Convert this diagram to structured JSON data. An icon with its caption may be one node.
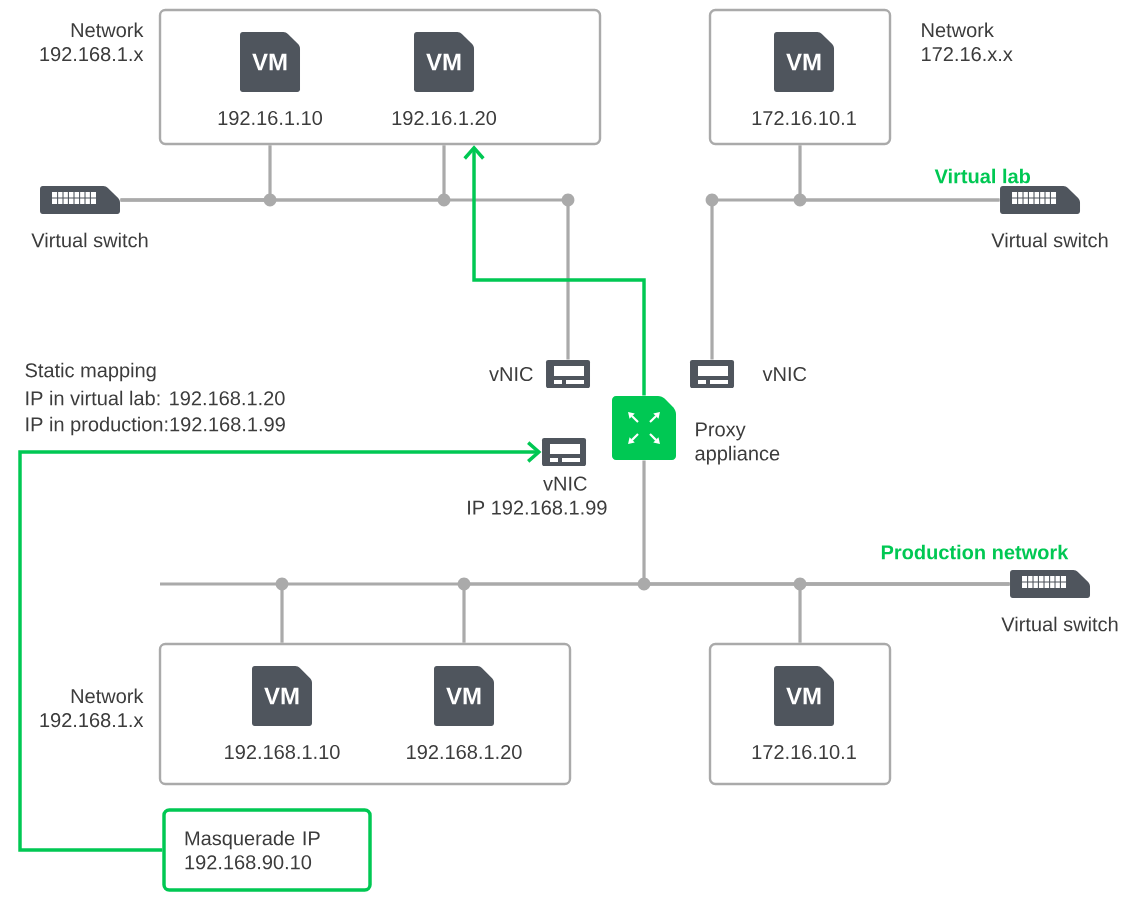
{
  "diagram": {
    "nodes": [
      {
        "text": [
          "Network 192.168.1.x"
        ]
      },
      {
        "text": [
          "VM"
        ],
        "in": 0,
        "beside": [
          "192.16.1.10"
        ]
      },
      {
        "text": [
          "VM"
        ],
        "in": 0,
        "beside": [
          "192.16.1.20"
        ]
      },
      {
        "text": [
          "Network 172.16.x.x"
        ]
      },
      {
        "text": [
          "VM"
        ],
        "in": 3,
        "beside": [
          "172.16.10.1"
        ]
      },
      {
        "text": [],
        "shape": "switch",
        "beside": [
          "Virtual switch"
        ]
      },
      {
        "text": [],
        "shape": "switch",
        "beside": [
          "Virtual switch"
        ]
      },
      {
        "text": [],
        "shape": "card",
        "beside": [
          "vNIC"
        ]
      },
      {
        "text": [],
        "shape": "card",
        "beside": [
          "vNIC"
        ]
      },
      {
        "text": [],
        "shape": "card",
        "beside": [
          "vNIC",
          "IP 192.168.1.99"
        ]
      },
      {
        "text": [],
        "shape": "box",
        "beside": [
          "Proxy appliance"
        ]
      },
      {
        "text": [
          "Masquerade IP 192.168.90.10"
        ]
      },
      {
        "text": [
          "Network 192.168.1.x"
        ]
      },
      {
        "text": [
          "VM"
        ],
        "in": 12,
        "beside": [
          "192.168.1.10"
        ]
      },
      {
        "text": [
          "VM"
        ],
        "in": 12,
        "beside": [
          "192.168.1.20"
        ]
      },
      {
        "text": [],
        "shape": "box"
      },
      {
        "text": [
          "VM"
        ],
        "in": 15,
        "beside": [
          "172.16.10.1"
        ]
      },
      {
        "text": [],
        "shape": "switch",
        "beside": [
          "Virtual switch"
        ]
      }
    ],
    "edges": [
      {
        "from": 0,
        "to": 5,
        "arrow": "none"
      },
      {
        "from": 0,
        "to": 5,
        "arrow": "none"
      },
      {
        "from": 7,
        "to": 5,
        "arrow": "none"
      },
      {
        "from": 3,
        "to": 6,
        "arrow": "none"
      },
      {
        "from": 8,
        "to": 6,
        "arrow": "none"
      },
      {
        "from": 10,
        "to": 0,
        "arrow": "to",
        "color": "#00c853"
      },
      {
        "from": 11,
        "to": 9,
        "arrow": "to",
        "color": "#00c853"
      },
      {
        "from": 12,
        "to": 17,
        "arrow": "none"
      },
      {
        "from": 12,
        "to": 17,
        "arrow": "none"
      },
      {
        "from": 10,
        "to": 17,
        "arrow": "none"
      },
      {
        "from": 15,
        "to": 17,
        "arrow": "none"
      }
    ],
    "labels": [
      "Virtual lab",
      "Static mapping",
      "IP in virtual lab: 192.168.1.20",
      "IP in production:192.168.1.99",
      "Production network"
    ]
  }
}
